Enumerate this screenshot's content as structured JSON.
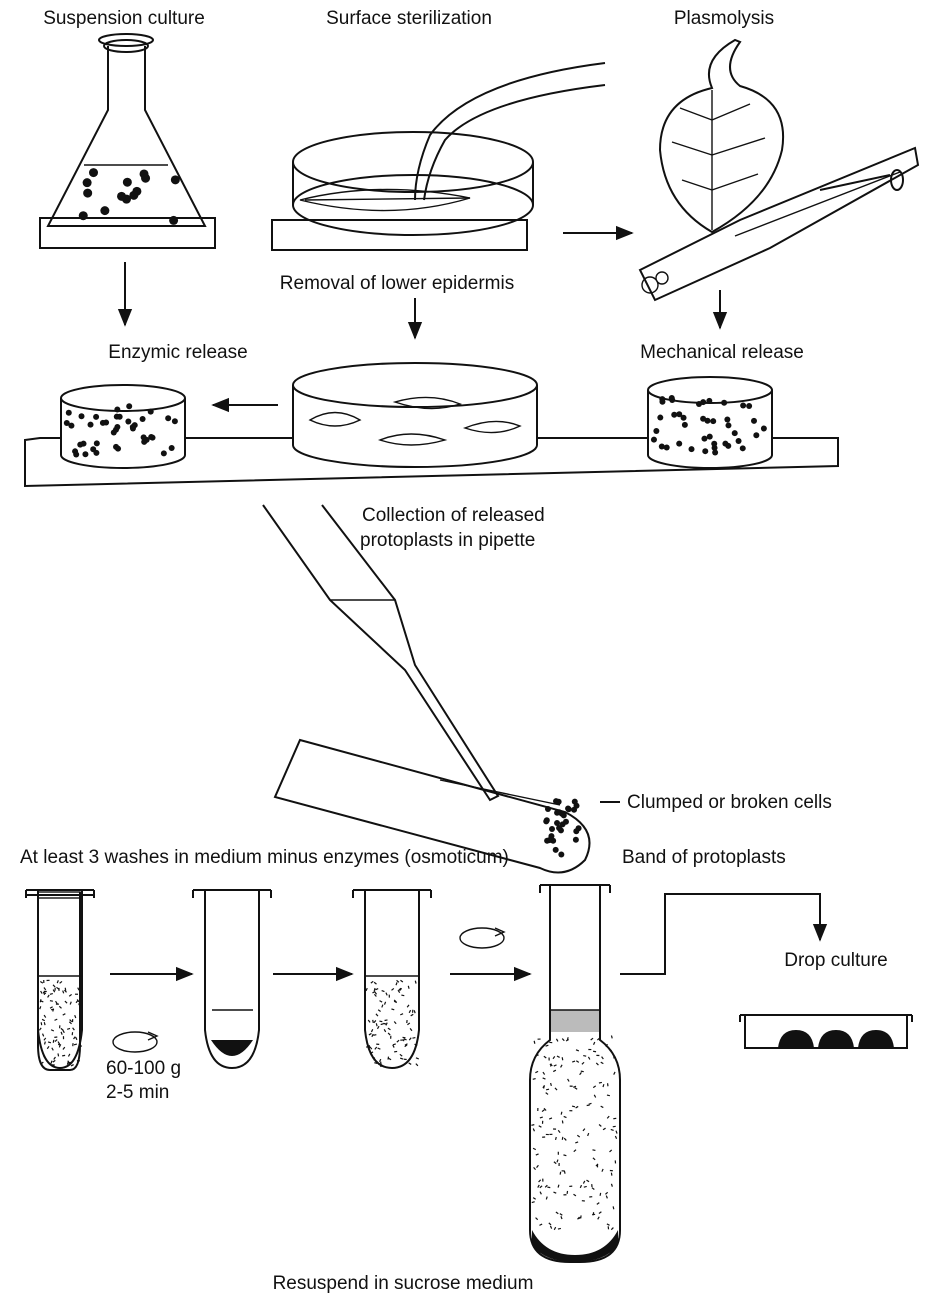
{
  "labels": {
    "suspension_culture": "Suspension culture",
    "surface_sterilization": "Surface sterilization",
    "plasmolysis": "Plasmolysis",
    "removal_lower_epidermis": "Removal of lower epidermis",
    "enzymic_release": "Enzymic release",
    "mechanical_release": "Mechanical release",
    "collection_line1": "Collection of released",
    "collection_line2": "protoplasts in pipette",
    "clumped_cells": "Clumped or broken cells",
    "washes": "At least 3 washes in medium minus enzymes (osmoticum)",
    "band_of_protoplasts": "Band of protoplasts",
    "drop_culture": "Drop culture",
    "centrifuge_speed": "60-100 g",
    "centrifuge_time": "2-5 min",
    "resuspend": "Resuspend in sucrose medium"
  },
  "icons": {
    "flask": "erlenmeyer-flask-icon",
    "petri": "petri-dish-icon",
    "leaf": "leaf-icon",
    "syringe": "syringe-icon",
    "pipette": "pipette-icon",
    "test_tube": "test-tube-icon",
    "centrifuge": "rotation-arrow-icon"
  }
}
